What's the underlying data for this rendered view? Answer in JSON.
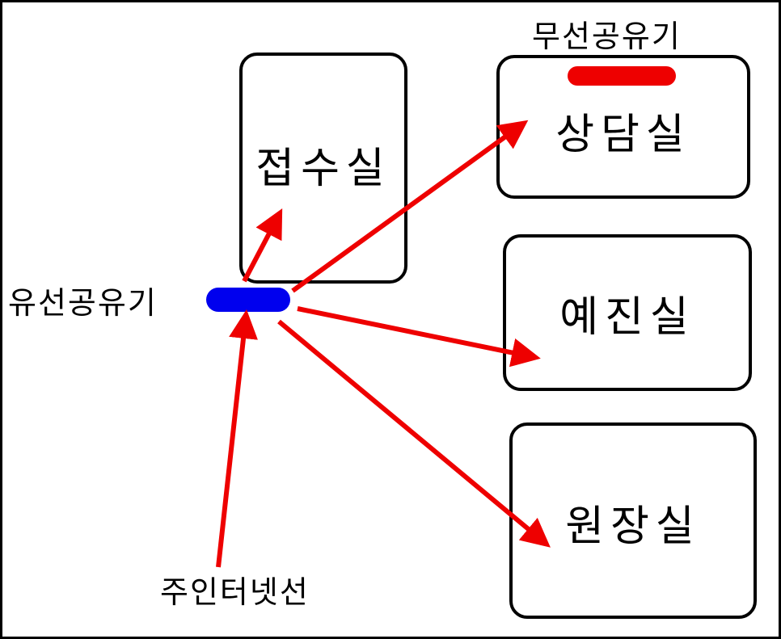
{
  "colors": {
    "arrow": "#ee0000",
    "wired_router": "#0000ee",
    "wireless_router": "#ee0000",
    "border": "#000000",
    "background": "#ffffff"
  },
  "rooms": {
    "reception": "접수실",
    "counseling": "상담실",
    "prediagnosis": "예진실",
    "director": "원장실"
  },
  "labels": {
    "wired_router": "유선공유기",
    "wireless_router": "무선공유기",
    "internet": "주인터넷선"
  },
  "connections": [
    {
      "from": "internet",
      "to": "wired-router"
    },
    {
      "from": "wired-router",
      "to": "reception"
    },
    {
      "from": "wired-router",
      "to": "counseling"
    },
    {
      "from": "wired-router",
      "to": "prediagnosis"
    },
    {
      "from": "wired-router",
      "to": "director"
    }
  ]
}
